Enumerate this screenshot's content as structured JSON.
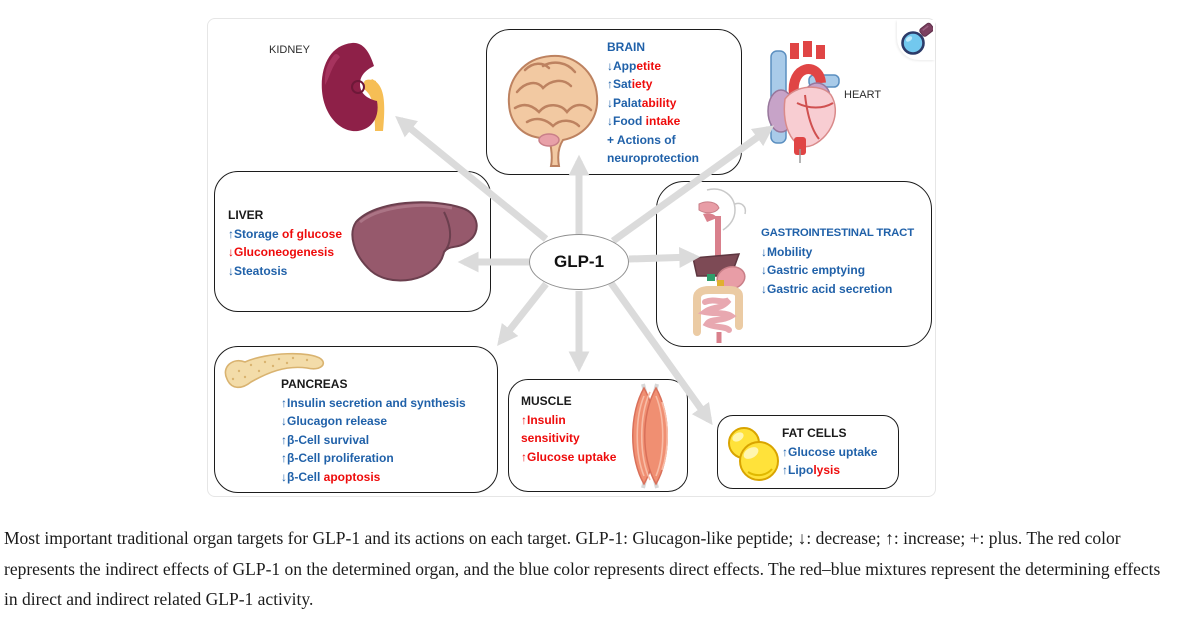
{
  "figure": {
    "center": {
      "label": "GLP-1"
    },
    "colors": {
      "direct_blue": "#2061A9",
      "indirect_red": "#EE0B0B",
      "label_black": "#1A1A1A",
      "arrow_gray": "#DBDBDB",
      "kidney_fill": "#8E2048",
      "liver_fill": "#96596C",
      "fat_fill": "#FFE23A",
      "muscle_fill": "#F08F72",
      "lens_blue": "#72C8EE"
    },
    "kidney": {
      "label": "KIDNEY"
    },
    "heart": {
      "label": "HEART"
    },
    "brain": {
      "title": "BRAIN",
      "lines": [
        [
          {
            "t": "↓App",
            "c": "blue"
          },
          {
            "t": "etite",
            "c": "red"
          }
        ],
        [
          {
            "t": "↑Sat",
            "c": "blue"
          },
          {
            "t": "iety",
            "c": "red"
          }
        ],
        [
          {
            "t": "↓Palat",
            "c": "blue"
          },
          {
            "t": "ability",
            "c": "red"
          }
        ],
        [
          {
            "t": "↓Food ",
            "c": "blue"
          },
          {
            "t": "intake",
            "c": "red"
          }
        ],
        [
          {
            "t": "+ Actions of",
            "c": "blue"
          }
        ],
        [
          {
            "t": "neuroprotection",
            "c": "blue"
          }
        ]
      ]
    },
    "liver": {
      "title": "LIVER",
      "lines": [
        [
          {
            "t": "↑Storage ",
            "c": "blue"
          },
          {
            "t": "of glucose",
            "c": "red"
          }
        ],
        [
          {
            "t": "↓Gluconeogenesis",
            "c": "red"
          }
        ],
        [
          {
            "t": "↓Steatosis",
            "c": "blue"
          }
        ]
      ]
    },
    "gi": {
      "title": "GASTROINTESTINAL TRACT",
      "lines": [
        [
          {
            "t": "↓Mobility",
            "c": "blue"
          }
        ],
        [
          {
            "t": "↓Gastric emptying",
            "c": "blue"
          }
        ],
        [
          {
            "t": "↓Gastric acid secretion",
            "c": "blue"
          }
        ]
      ]
    },
    "pancreas": {
      "title": "PANCREAS",
      "lines": [
        [
          {
            "t": "↑Insulin secretion and synthesis",
            "c": "blue"
          }
        ],
        [
          {
            "t": "↓Glucagon release",
            "c": "blue"
          }
        ],
        [
          {
            "t": "↑β-Cell survival",
            "c": "blue"
          }
        ],
        [
          {
            "t": "↑β-Cell proliferation",
            "c": "blue"
          }
        ],
        [
          {
            "t": "↓β-Cell ",
            "c": "blue"
          },
          {
            "t": "apoptosis",
            "c": "red"
          }
        ]
      ]
    },
    "muscle": {
      "title": "MUSCLE",
      "lines": [
        [
          {
            "t": "↑Insulin",
            "c": "red"
          }
        ],
        [
          {
            "t": "sensitivity",
            "c": "red"
          }
        ],
        [
          {
            "t": "↑Glucose uptake",
            "c": "red"
          }
        ]
      ]
    },
    "fat": {
      "title": "FAT CELLS",
      "lines": [
        [
          {
            "t": "↑Glucose uptake",
            "c": "blue"
          }
        ],
        [
          {
            "t": "↑Lipo",
            "c": "blue"
          },
          {
            "t": "lysis",
            "c": "red"
          }
        ]
      ]
    }
  },
  "caption": {
    "text": "Most important traditional organ targets for GLP-1 and its actions on each target. GLP-1: Glucagon-like peptide; ↓: decrease; ↑: increase; +: plus. The red color represents the indirect effects of GLP-1 on the determined organ, and the blue color represents direct effects. The red–blue mixtures represent the determining effects in direct and indirect related GLP-1 activity."
  }
}
